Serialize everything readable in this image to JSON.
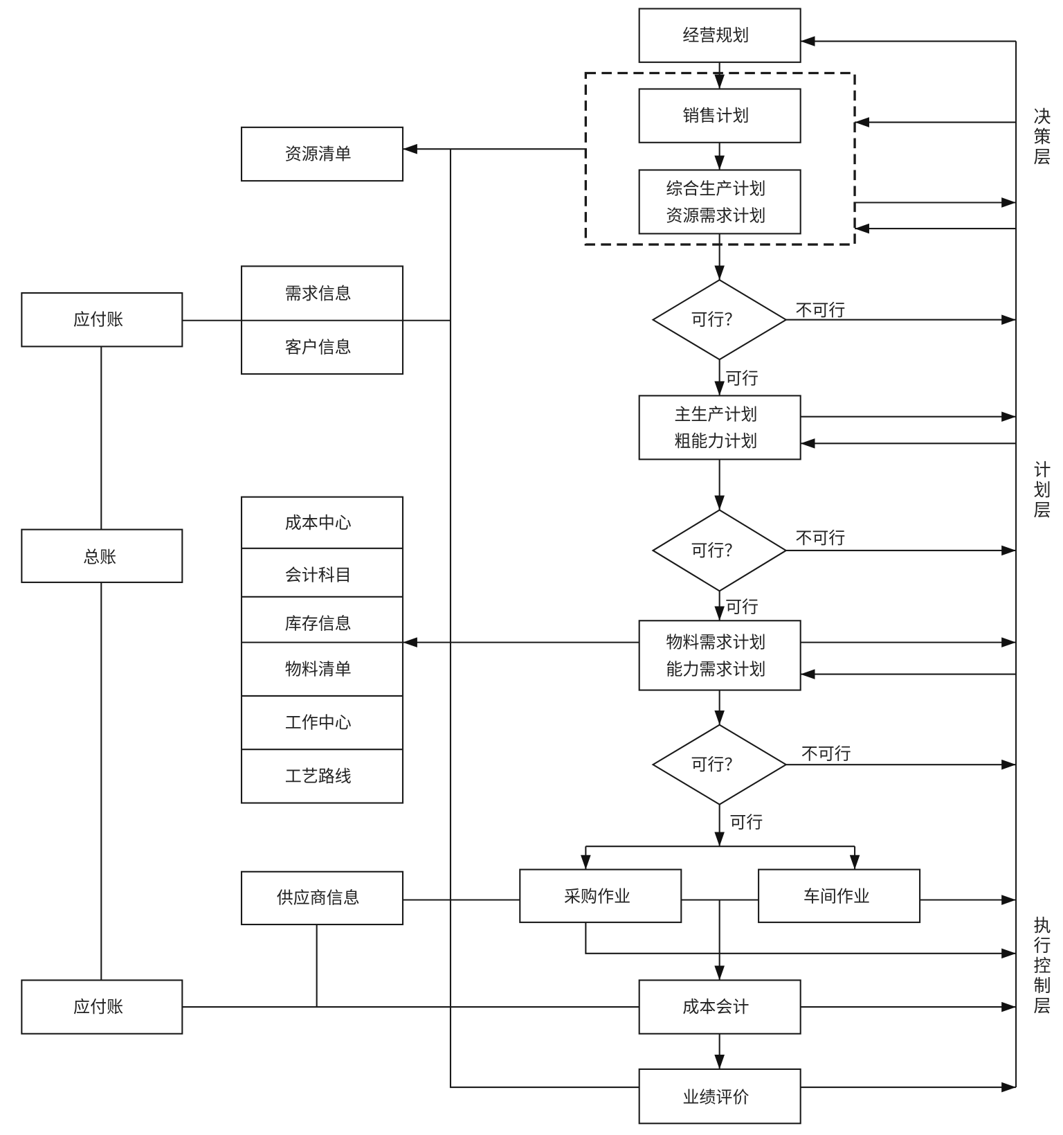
{
  "process": {
    "business_planning": {
      "label": "经营规划"
    },
    "sales_plan": {
      "label": "销售计划"
    },
    "aggregate_plan": {
      "lines": [
        "综合生产计划",
        "资源需求计划"
      ]
    },
    "master_schedule": {
      "lines": [
        "主生产计划",
        "粗能力计划"
      ]
    },
    "material_plan": {
      "lines": [
        "物料需求计划",
        "能力需求计划"
      ]
    },
    "purchasing": {
      "label": "采购作业"
    },
    "shop_floor": {
      "label": "车间作业"
    },
    "cost_accounting": {
      "label": "成本会计"
    },
    "performance_eval": {
      "label": "业绩评价"
    }
  },
  "decisions": [
    {
      "question": "可行？",
      "no_label": "不可行",
      "yes_label": "可行"
    },
    {
      "question": "可行？",
      "no_label": "不可行",
      "yes_label": "可行"
    },
    {
      "question": "可行？",
      "no_label": "不可行",
      "yes_label": "可行"
    }
  ],
  "data_entities": {
    "resource_list": "资源清单",
    "demand_customer": [
      "需求信息",
      "客户信息"
    ],
    "master_data": [
      "成本中心",
      "会计科目",
      "库存信息",
      "物料清单",
      "工作中心",
      "工艺路线"
    ],
    "supplier_info": "供应商信息"
  },
  "finance": {
    "payable_top": "应付账",
    "general_ledger": "总账",
    "payable_bottom": "应付账"
  },
  "layers": [
    {
      "name": "决策层"
    },
    {
      "name": "计划层"
    },
    {
      "name": "执行控制层"
    }
  ]
}
